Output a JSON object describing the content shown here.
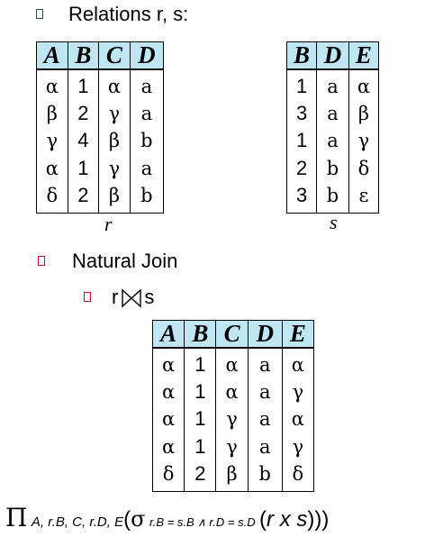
{
  "heading": {
    "text": "Relations r, s:"
  },
  "relation_r": {
    "name": "r",
    "columns": [
      "A",
      "B",
      "C",
      "D"
    ],
    "rows": [
      [
        "α",
        "1",
        "α",
        "a"
      ],
      [
        "β",
        "2",
        "γ",
        "a"
      ],
      [
        "γ",
        "4",
        "β",
        "b"
      ],
      [
        "α",
        "1",
        "γ",
        "a"
      ],
      [
        "δ",
        "2",
        "β",
        "b"
      ]
    ]
  },
  "relation_s": {
    "name": "s",
    "columns": [
      "B",
      "D",
      "E"
    ],
    "rows": [
      [
        "1",
        "a",
        "α"
      ],
      [
        "3",
        "a",
        "β"
      ],
      [
        "1",
        "a",
        "γ"
      ],
      [
        "2",
        "b",
        "δ"
      ],
      [
        "3",
        "b",
        "ε"
      ]
    ]
  },
  "natural_join": {
    "label": "Natural Join",
    "expr_left": "r",
    "expr_right": "s"
  },
  "result": {
    "columns": [
      "A",
      "B",
      "C",
      "D",
      "E"
    ],
    "rows": [
      [
        "α",
        "1",
        "α",
        "a",
        "α"
      ],
      [
        "α",
        "1",
        "α",
        "a",
        "γ"
      ],
      [
        "α",
        "1",
        "γ",
        "a",
        "α"
      ],
      [
        "α",
        "1",
        "γ",
        "a",
        "γ"
      ],
      [
        "δ",
        "2",
        "β",
        "b",
        "δ"
      ]
    ]
  },
  "equivalent_expression": {
    "projection_symbol": "Π",
    "projection_attrs": "A, r.B, C, r.D, E",
    "open_paren": "(",
    "selection_symbol": "σ",
    "selection_condition": "r.B = s.B ∧ r.D = s.D",
    "inner_open": "(",
    "inner_expr": "r x s",
    "close_parens": ")))"
  },
  "colors": {
    "header_fill": "#bfe6f3",
    "bullet_gray": "#2f4f3a",
    "bullet_red": "#c8102e"
  }
}
